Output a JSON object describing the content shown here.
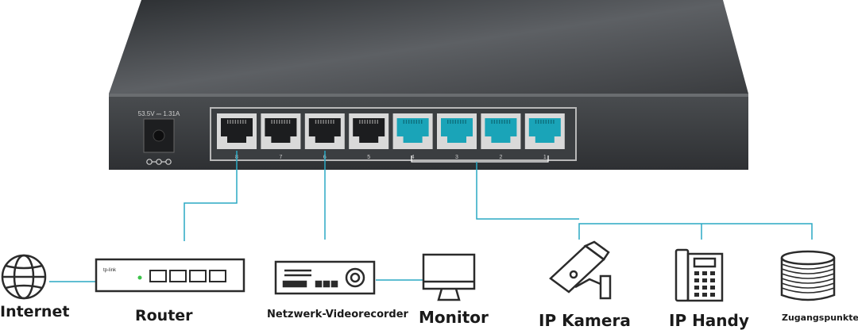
{
  "device": {
    "power_rating": "53.5V ⎓ 1.31A",
    "port_numbers": [
      "8",
      "7",
      "6",
      "5",
      "4",
      "3",
      "2",
      "1"
    ],
    "poe_port_color": "#1aa4b8",
    "body_color": "#3a3d40"
  },
  "logo": "tp-link",
  "connections_color": "#2aa9c4",
  "labels": {
    "internet": "Internet",
    "router": "Router",
    "nvr": "Netzwerk-Videorecorder",
    "monitor": "Monitor",
    "ip_camera": "IP Kamera",
    "ip_phone": "IP Handy",
    "access_points": "Zugangspunkte"
  },
  "icons": [
    "globe-icon",
    "router-icon",
    "nvr-icon",
    "monitor-icon",
    "camera-icon",
    "phone-icon",
    "access-point-icon"
  ]
}
